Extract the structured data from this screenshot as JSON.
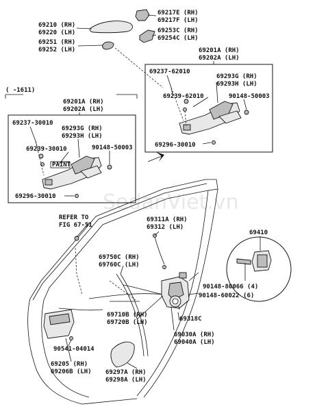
{
  "watermark": "SedanViet.vn",
  "labels": {
    "p69210": "69210 (RH)",
    "p69220": "69220 (LH)",
    "p69217e": "69217E (RH)",
    "p69217f": "69217F (LH)",
    "p69253c": "69253C (RH)",
    "p69254c": "69254C (LH)",
    "p69251": "69251 (RH)",
    "p69252": "69252 (LH)",
    "p69201a_r": "69201A (RH)",
    "p69202a_r": "69202A (LH)",
    "p69237_r": "69237-62010",
    "p69293g_r": "69293G (RH)",
    "p69293h_r": "69293H (LH)",
    "p69239_r": "69239-62010",
    "p90148_r": "90148-50003",
    "p69296_r": "69296-30010",
    "date_range": "( -1611)",
    "p69201a_l": "69201A (RH)",
    "p69202a_l": "69202A (LH)",
    "p69237_l": "69237-30010",
    "p69293g_l": "69293G (RH)",
    "p69293h_l": "69293H (LH)",
    "p69239_l": "69239-30010",
    "paint": "PAINT",
    "p90148_l": "90148-50003",
    "p69296_l": "69296-30010",
    "refer_to": "REFER TO",
    "fig": "FIG 67-51",
    "p69311a": "69311A (RH)",
    "p69312": "69312 (LH)",
    "p69410": "69410",
    "p69750c": "69750C (RH)",
    "p69760c": "69760C (LH)",
    "p90148_80066": "90148-80066 (4)",
    "p90148_60022": "90148-60022 (6)",
    "p69710b": "69710B (RH)",
    "p69720b": "69720B (LH)",
    "p69318c": "69318C",
    "p69030a": "69030A (RH)",
    "p69040a": "69040A (LH)",
    "p90541": "90541-04014",
    "p69205": "69205 (RH)",
    "p69206b": "69206B (LH)",
    "p69297a": "69297A (RH)",
    "p69298a": "69298A (LH)"
  }
}
